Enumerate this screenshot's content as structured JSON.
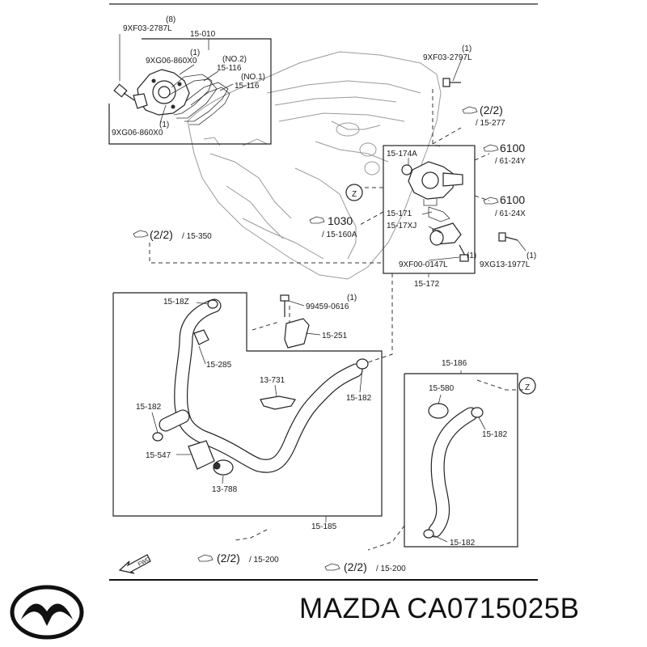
{
  "callouts": {
    "bolt_top_left_qty": "(8)",
    "bolt_top_left": "9XF03-2787L",
    "group_15_010": "15-010",
    "gasket_a_qty": "(1)",
    "gasket_a": "9XG06-860X0",
    "gasket_b_qty": "(NO.2)",
    "gasket_b": "15-116",
    "gasket_c_qty": "(NO.1)",
    "gasket_c": "15-116",
    "gasket_d_qty": "(1)",
    "gasket_d": "9XG06-860X0",
    "bolt_top_right_qty": "(1)",
    "bolt_top_right": "9XF03-2797L",
    "ref_15_277_page": "(2/2)",
    "ref_15_277": "/ 15-277",
    "thermostat_cap": "15-174A",
    "ref_6100_a": "6100",
    "ref_6100_a_sub": "/ 61-24Y",
    "ref_6100_b": "6100",
    "ref_6100_b_sub": "/ 61-24X",
    "zone_z_upper": "Z",
    "ref_1030": "1030",
    "ref_1030_sub": "/ 15-160A",
    "thermostat": "15-171",
    "gasket_15_17xj": "15-17XJ",
    "bolt_right_qty": "(1)",
    "bolt_right": "9XG13-1977L",
    "bolt_bottom_qty": "(1)",
    "bolt_bottom": "9XF00-0147L",
    "group_15_172": "15-172",
    "ref_15_350_page": "(2/2)",
    "ref_15_350": "/ 15-350",
    "clamp_15_18z": "15-18Z",
    "bolt_mid_qty": "(1)",
    "bolt_mid": "99459-0616",
    "bracket": "15-251",
    "hose_joint": "15-285",
    "clip_13_731": "13-731",
    "clamp_15_182_a": "15-182",
    "clamp_15_182_b": "15-182",
    "clamp_15_547": "15-547",
    "cap_13_788": "13-788",
    "hose_15_185": "15-185",
    "hose_15_186": "15-186",
    "clamp_15_580": "15-580",
    "clamp_15_182_c": "15-182",
    "clamp_15_182_d": "15-182",
    "zone_z_lower": "Z",
    "ref_15_200_a_page": "(2/2)",
    "ref_15_200_a": "/ 15-200",
    "ref_15_200_b_page": "(2/2)",
    "ref_15_200_b": "/ 15-200",
    "fwd": "FWD"
  },
  "footer": {
    "title": "MAZDA CA0715025B",
    "logo": "mazda-logo"
  }
}
